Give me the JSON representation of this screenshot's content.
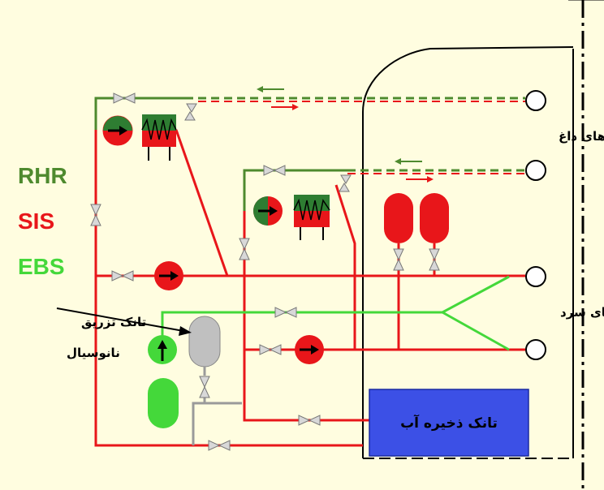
{
  "legend": {
    "rhr": {
      "label": "RHR",
      "color": "#4e8a2e"
    },
    "sis": {
      "label": "SIS",
      "color": "#e8161a"
    },
    "ebs": {
      "label": "EBS",
      "color": "#44d83a"
    }
  },
  "labels": {
    "hot_legs": "پایه‌های داغ",
    "cold_legs": "پایه‌های سرد",
    "nanofluid_tank_line1": "تانک تزریق",
    "nanofluid_tank_line2": "نانوسیال",
    "water_storage_tank": "تانک ذخیره آب"
  },
  "colors": {
    "background": "#fffde0",
    "rhr_line": "#4e8a2e",
    "sis_line": "#e8161a",
    "ebs_line": "#44d83a",
    "gray_line": "#9a9a9a",
    "storage_tank_fill": "#3c50e6",
    "valve_fill": "#d8d8d8"
  },
  "icons": {
    "pump": "circle-with-arrow-icon",
    "heat_exchanger": "zigzag-coil-icon",
    "valve": "bowtie-valve-icon",
    "check_valve": "check-valve-icon",
    "accumulator": "capsule-tank-icon",
    "nozzle": "circle-nozzle-icon"
  }
}
